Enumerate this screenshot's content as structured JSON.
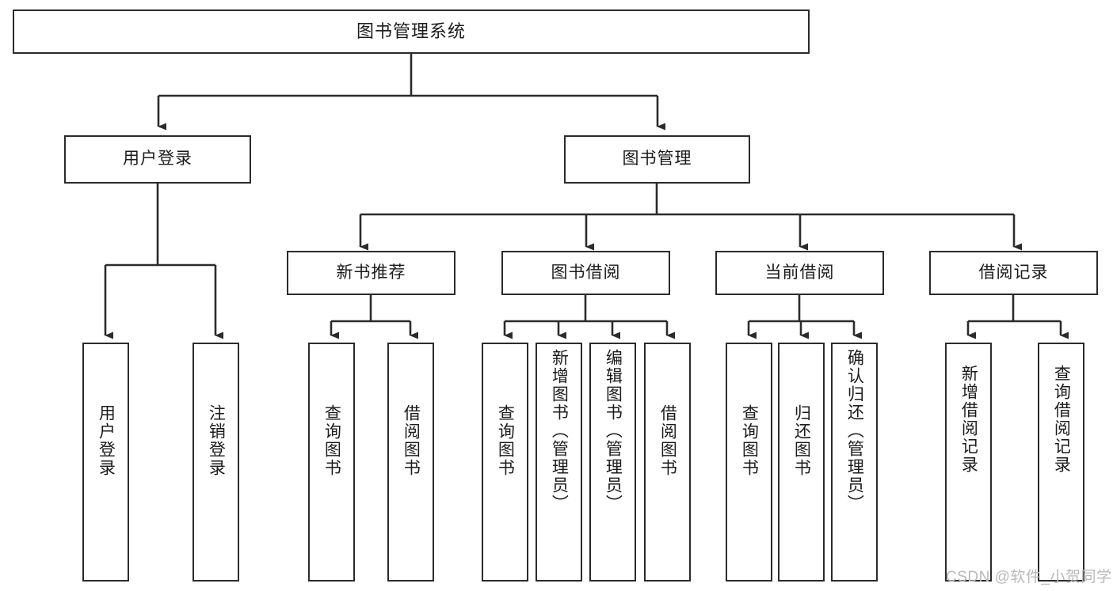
{
  "diagram": {
    "title": "图书管理系统",
    "type": "tree-hierarchy",
    "root": {
      "id": "root",
      "label": "图书管理系统"
    },
    "level2": [
      {
        "id": "user-login",
        "label": "用户登录"
      },
      {
        "id": "book-management",
        "label": "图书管理"
      }
    ],
    "level3": [
      {
        "id": "new-book-recommend",
        "label": "新书推荐"
      },
      {
        "id": "book-borrow",
        "label": "图书借阅"
      },
      {
        "id": "current-borrow",
        "label": "当前借阅"
      },
      {
        "id": "borrow-record",
        "label": "借阅记录"
      }
    ],
    "leaves": {
      "user_login": [
        {
          "id": "leaf-user-login",
          "label": "用户登录"
        },
        {
          "id": "leaf-logout-login",
          "label": "注销登录"
        }
      ],
      "new_book_recommend": [
        {
          "id": "leaf-query-book-1",
          "label": "查询图书"
        },
        {
          "id": "leaf-borrow-book-1",
          "label": "借阅图书"
        }
      ],
      "book_borrow": [
        {
          "id": "leaf-query-book-2",
          "label": "查询图书"
        },
        {
          "id": "leaf-add-book",
          "label": "新增图书（管理员）"
        },
        {
          "id": "leaf-edit-book",
          "label": "编辑图书（管理员）"
        },
        {
          "id": "leaf-borrow-book-2",
          "label": "借阅图书"
        }
      ],
      "current_borrow": [
        {
          "id": "leaf-query-book-3",
          "label": "查询图书"
        },
        {
          "id": "leaf-return-book",
          "label": "归还图书"
        },
        {
          "id": "leaf-confirm-return",
          "label": "确认归还（管理员）"
        }
      ],
      "borrow_record": [
        {
          "id": "leaf-add-record",
          "label": "新增借阅记录"
        },
        {
          "id": "leaf-query-record",
          "label": "查询借阅记录"
        }
      ]
    }
  },
  "watermark": {
    "text": "CSDN @软件_小贺同学"
  },
  "colors": {
    "stroke": "#2b2b2b",
    "fill": "#ffffff",
    "text": "#1b1b1b",
    "watermark": "#b9b9b9"
  }
}
